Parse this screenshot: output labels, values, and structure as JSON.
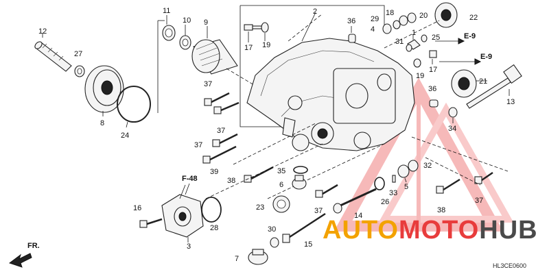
{
  "diagram": {
    "parts": [
      {
        "id": "p1",
        "label": "1"
      },
      {
        "id": "p2",
        "label": "2"
      },
      {
        "id": "p3",
        "label": "3"
      },
      {
        "id": "p4",
        "label": "4"
      },
      {
        "id": "p5",
        "label": "5"
      },
      {
        "id": "p6",
        "label": "6"
      },
      {
        "id": "p7",
        "label": "7"
      },
      {
        "id": "p8",
        "label": "8"
      },
      {
        "id": "p9",
        "label": "9"
      },
      {
        "id": "p10",
        "label": "10"
      },
      {
        "id": "p11",
        "label": "11"
      },
      {
        "id": "p12",
        "label": "12"
      },
      {
        "id": "p13",
        "label": "13"
      },
      {
        "id": "p14",
        "label": "14"
      },
      {
        "id": "p15",
        "label": "15"
      },
      {
        "id": "p16",
        "label": "16"
      },
      {
        "id": "p17a",
        "label": "17"
      },
      {
        "id": "p17b",
        "label": "17"
      },
      {
        "id": "p18",
        "label": "18"
      },
      {
        "id": "p19a",
        "label": "19"
      },
      {
        "id": "p19b",
        "label": "19"
      },
      {
        "id": "p20",
        "label": "20"
      },
      {
        "id": "p21",
        "label": "21"
      },
      {
        "id": "p22",
        "label": "22"
      },
      {
        "id": "p23",
        "label": "23"
      },
      {
        "id": "p24",
        "label": "24"
      },
      {
        "id": "p25",
        "label": "25"
      },
      {
        "id": "p26",
        "label": "26"
      },
      {
        "id": "p27",
        "label": "27"
      },
      {
        "id": "p28",
        "label": "28"
      },
      {
        "id": "p29",
        "label": "29"
      },
      {
        "id": "p30",
        "label": "30"
      },
      {
        "id": "p31",
        "label": "31"
      },
      {
        "id": "p32",
        "label": "32"
      },
      {
        "id": "p33",
        "label": "33"
      },
      {
        "id": "p34",
        "label": "34"
      },
      {
        "id": "p35",
        "label": "35"
      },
      {
        "id": "p36a",
        "label": "36"
      },
      {
        "id": "p36b",
        "label": "36"
      },
      {
        "id": "p37a",
        "label": "37"
      },
      {
        "id": "p37b",
        "label": "37"
      },
      {
        "id": "p37c",
        "label": "37"
      },
      {
        "id": "p37d",
        "label": "37"
      },
      {
        "id": "p37e",
        "label": "37"
      },
      {
        "id": "p38a",
        "label": "38"
      },
      {
        "id": "p38b",
        "label": "38"
      },
      {
        "id": "p39",
        "label": "39"
      }
    ],
    "references": {
      "e9_top": "E-9",
      "e9_right": "E-9",
      "f48": "F-48"
    },
    "front_arrow": "FR.",
    "diagram_code": "HL3CE0600"
  },
  "watermark": {
    "part1": "AUTO",
    "part2": "MOTO",
    "part3": "HUB",
    "color_orange": "#f3a200",
    "color_red": "#e83c3c",
    "color_dark": "#4a4a4a"
  }
}
